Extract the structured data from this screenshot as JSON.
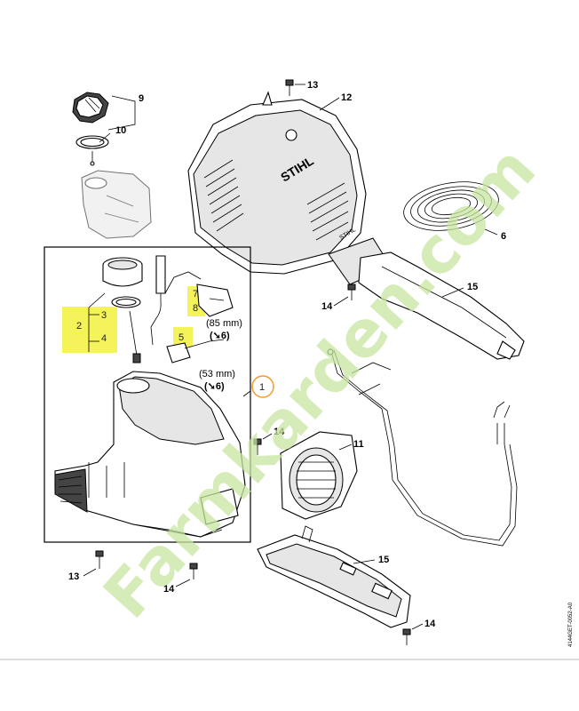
{
  "callouts": {
    "c1": "1",
    "c2": "2",
    "c3": "3",
    "c4": "4",
    "c5": "5",
    "c6a": "6",
    "c7": "7",
    "c8": "8",
    "c9": "9",
    "c10": "10",
    "c11": "11",
    "c12": "12",
    "c13a": "13",
    "c13b": "13",
    "c14a": "14",
    "c14b": "14",
    "c14c": "14",
    "c14d": "14",
    "c15a": "15",
    "c15b": "15"
  },
  "hose_notes": {
    "len85": "(85 mm)",
    "ref85": "(➘6)",
    "len53": "(53 mm)",
    "ref53": "(➘6)"
  },
  "cover_brand": "STIHL",
  "cover_brand_small": "STIHL",
  "watermark": "Farmkarden.com",
  "drawing_code": "4144GET-0052-A0",
  "colors": {
    "highlight": "#f5f35a",
    "callout_circle": "#f29a2e",
    "watermark": "#c8e6a0"
  }
}
